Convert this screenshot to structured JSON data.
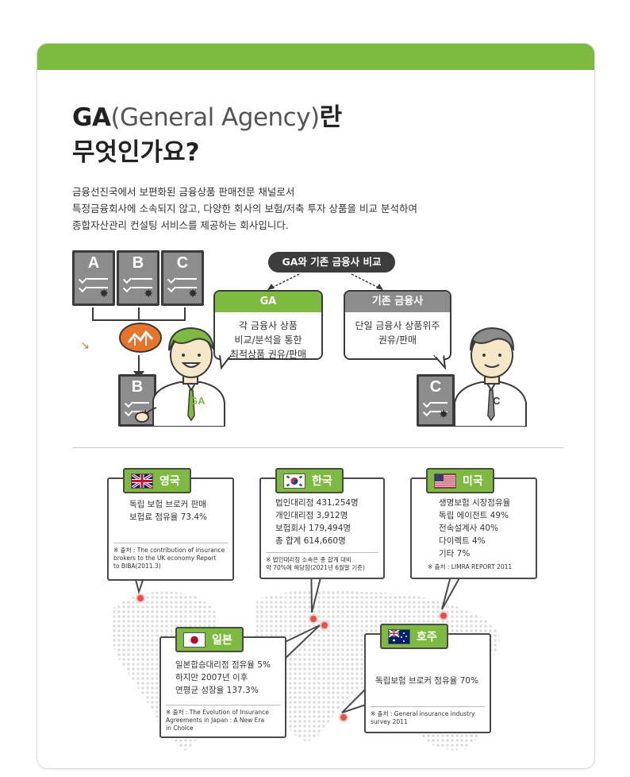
{
  "header": {
    "title_bold": "GA",
    "title_light": "(General Agency)",
    "title_suffix": "란",
    "subtitle": "무엇인가요?"
  },
  "intro": [
    "금융선진국에서 보편화된 금융상품 판매전문 채널로서",
    "특정금융회사에 소속되지 않고, 다양한 회사의 보험/저축 투자 상품을 비교 분석하여",
    "종합자산관리 컨설팅 서비스를 제공하는 회사입니다."
  ],
  "diagram": {
    "docs": [
      "A",
      "B",
      "C"
    ],
    "selected_doc": "B",
    "compare_label": "GA와 기존 금융사 비교",
    "ga": {
      "head": "GA",
      "body": [
        "각 금융사 상품",
        "비교/분석을 통한",
        "최적상품 권유/판매"
      ],
      "badge": "GA"
    },
    "legacy": {
      "head": "기존 금융사",
      "body": [
        "단일 금융사 상품위주",
        "권유/판매"
      ],
      "doc": "C",
      "badge": "C"
    }
  },
  "countries": {
    "uk": {
      "name": "영국",
      "stats": [
        "독립 보험 브로커 판매",
        "보험료 점유율 73.4%"
      ],
      "note": [
        "※ 출처 : The contribution of insurance",
        "brokers to the UK economy Report",
        "to BIBA(2011.3)"
      ]
    },
    "korea": {
      "name": "한국",
      "stats": [
        "법인대리점 431,254명",
        "개인대리점 3,912명",
        "보험회사 179,494명",
        "총 합계 614,660명"
      ],
      "note": [
        "※ 법인대리점 소속은 총 합계 대비",
        "약 70%에 해당함(2021년 6월말 기준)"
      ]
    },
    "usa": {
      "name": "미국",
      "stats": [
        "생명보험 시장점유율",
        "독립 에이전트 49%",
        "전속설계사 40%",
        "다이렉트 4%",
        "기타 7%"
      ],
      "note": [
        "※ 출처 : LIMRA REPORT 2011"
      ]
    },
    "japan": {
      "name": "일본",
      "stats": [
        "일본합승대리점 점유율 5%",
        "하지만 2007년 이후",
        "연평균 성장율 137.3%"
      ],
      "note": [
        "※ 출처 : The Evolution of Insurance",
        "Agreements in Japan : A New Era",
        "in Choice"
      ]
    },
    "australia": {
      "name": "호주",
      "stats": [
        "독립보험 브로커 점유율 70%"
      ],
      "note": [
        "※ 출처 : General insurance industry",
        "survey 2011"
      ]
    }
  },
  "colors": {
    "accent_green": "#7dba3f",
    "accent_orange": "#e8742a",
    "dark": "#3d3d3d",
    "pin_red": "#e2524b",
    "bubble_gray": "#8c8c8c"
  }
}
